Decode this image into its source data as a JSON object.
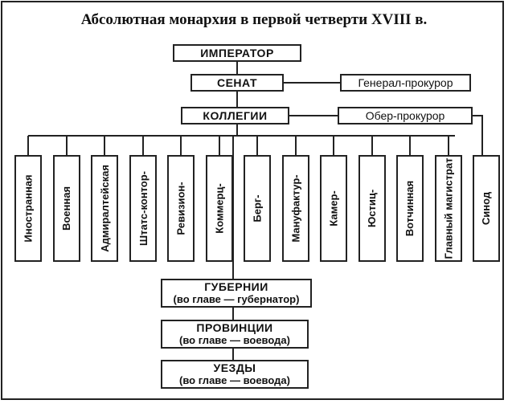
{
  "title": "Абсолютная монархия в первой четверти XVIII в.",
  "emperor": "ИМПЕРАТОР",
  "senate": "СЕНАТ",
  "prosecutor_general": "Генерал-прокурор",
  "collegia": "КОЛЛЕГИИ",
  "ober_prosecutor": "Обер-прокурор",
  "columns": [
    "Иностранная",
    "Военная",
    "Адмиралтейская",
    "Штатс-контор-",
    "Ревизион-",
    "Коммерц-",
    "Берг-",
    "Мануфактур-",
    "Камер-",
    "Юстиц-",
    "Вотчинная",
    "Главный магистрат",
    "Синод"
  ],
  "governorates": {
    "title": "ГУБЕРНИИ",
    "sub": "(во главе — губернатор)"
  },
  "provinces": {
    "title": "ПРОВИНЦИИ",
    "sub": "(во главе — воевода)"
  },
  "uezds": {
    "title": "УЕЗДЫ",
    "sub": "(во главе — воевода)"
  }
}
